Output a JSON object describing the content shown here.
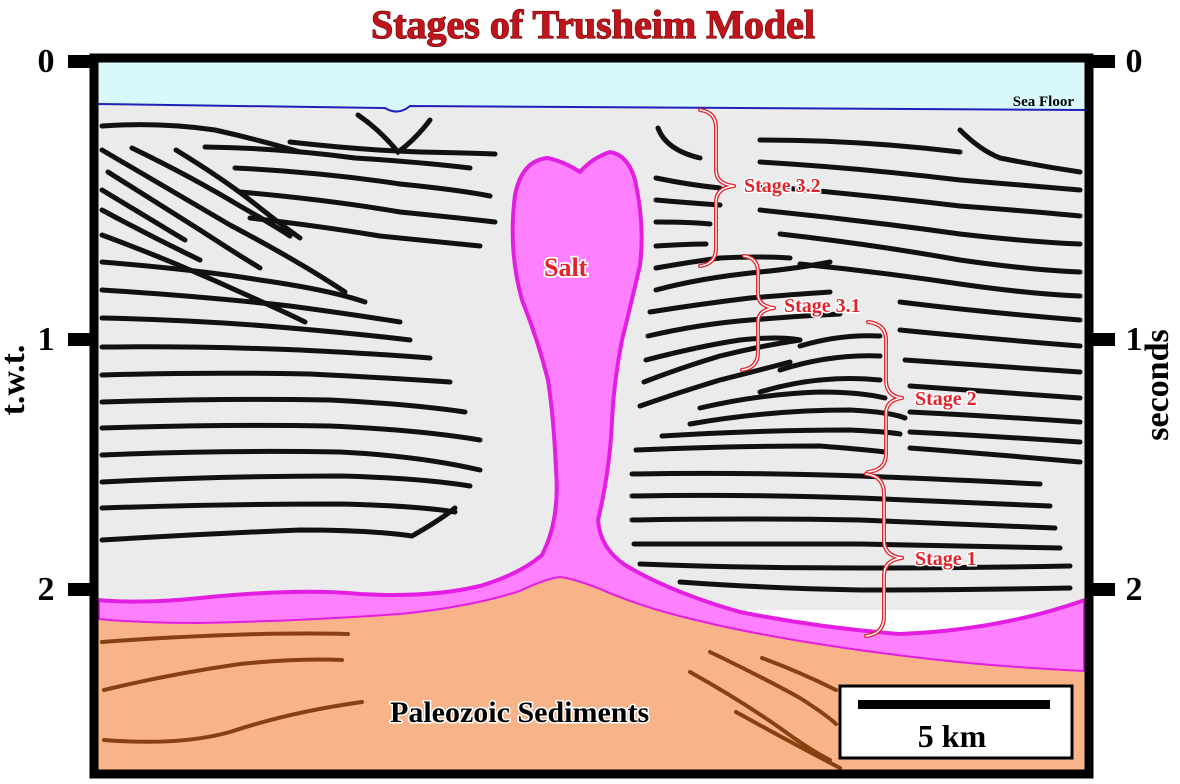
{
  "title": "Stages of Trusheim Model",
  "axes": {
    "left_label": "t.w.t.",
    "right_label": "seconds",
    "ticks": [
      "0",
      "1",
      "2"
    ]
  },
  "labels": {
    "sea_floor": "Sea Floor",
    "salt": "Salt",
    "paleozoic": "Paleozoic Sediments"
  },
  "stages": [
    {
      "label": "Stage 3.2"
    },
    {
      "label": "Stage 3.1"
    },
    {
      "label": "Stage 2"
    },
    {
      "label": "Stage 1"
    }
  ],
  "scale_bar": {
    "label": "5 km"
  },
  "colors": {
    "sea": "#d8f8fc",
    "sediments": "#ebebeb",
    "salt": "#ff80ff",
    "salt_outline": "#e21ee2",
    "paleozoic": "#f8b488",
    "paleozoic_lines": "#8a3f12",
    "annotation": "#e0242c",
    "sea_floor_line": "#2020b8"
  }
}
